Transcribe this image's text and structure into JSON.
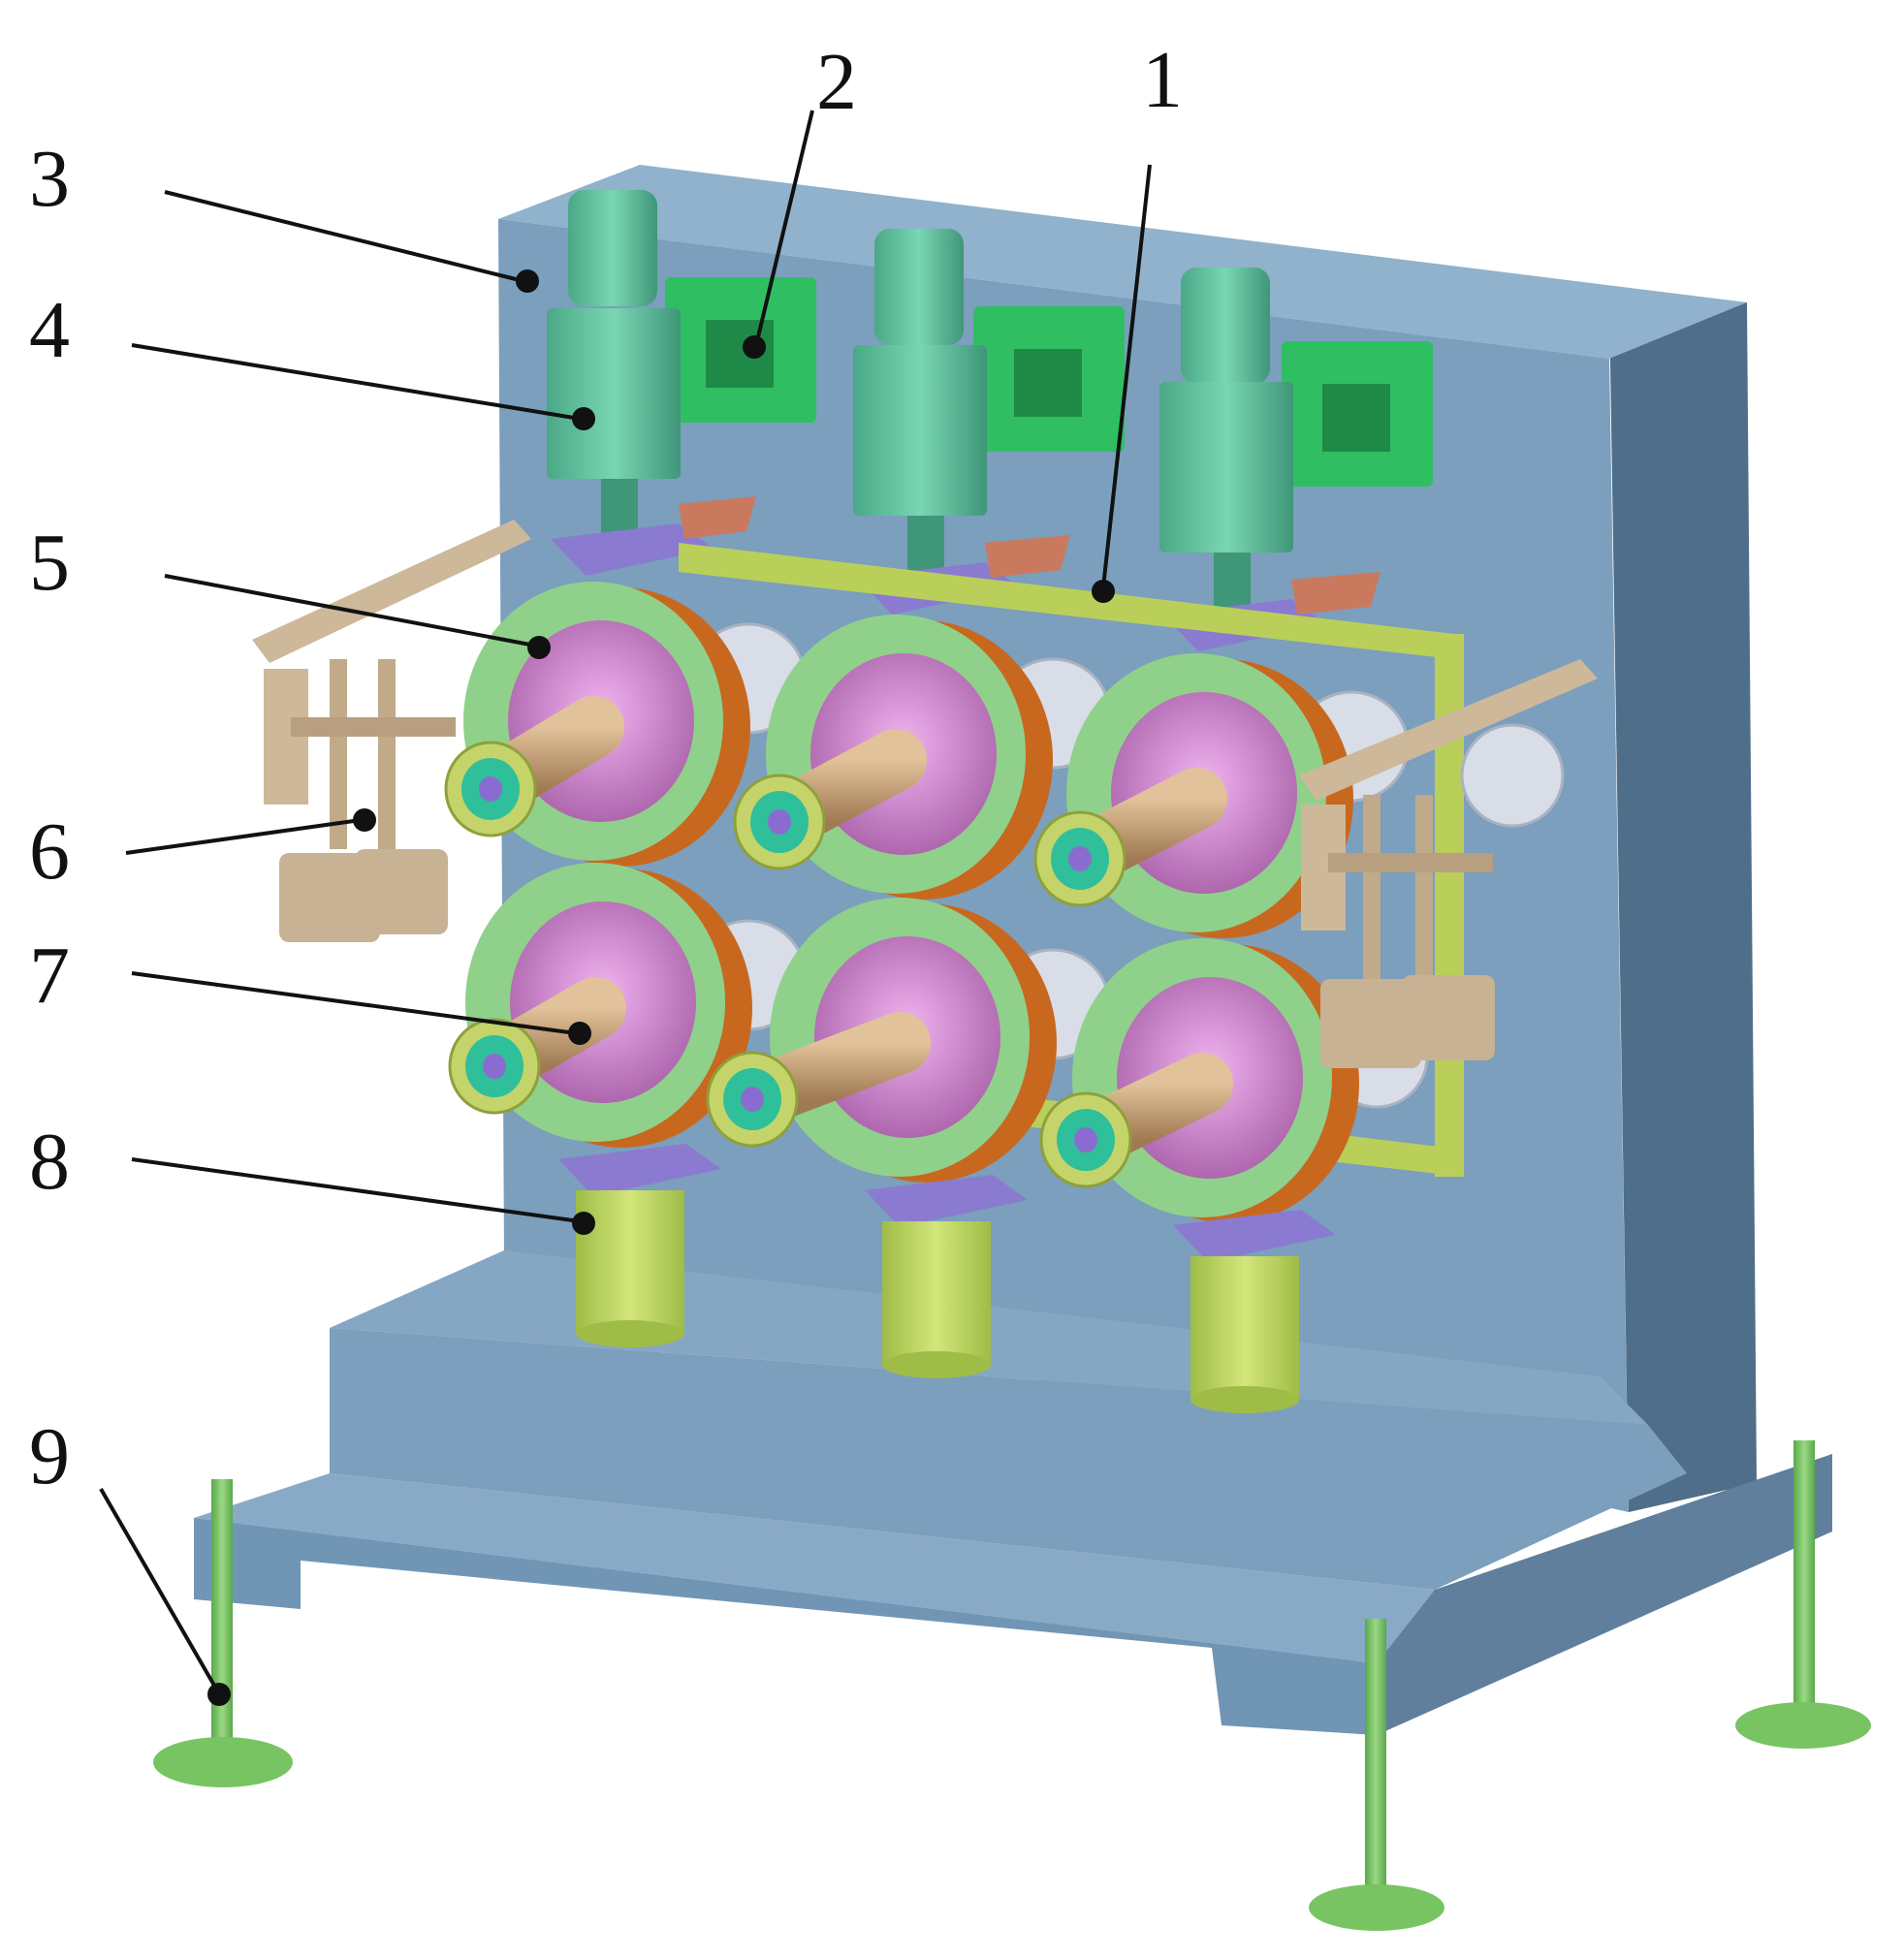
{
  "figure": {
    "callouts": [
      {
        "id": "1",
        "label": "1"
      },
      {
        "id": "2",
        "label": "2"
      },
      {
        "id": "3",
        "label": "3"
      },
      {
        "id": "4",
        "label": "4"
      },
      {
        "id": "5",
        "label": "5"
      },
      {
        "id": "6",
        "label": "6"
      },
      {
        "id": "7",
        "label": "7"
      },
      {
        "id": "8",
        "label": "8"
      },
      {
        "id": "9",
        "label": "9"
      }
    ]
  },
  "colors": {
    "frame_front": "#7b9fbd",
    "frame_side": "#4f6e8a",
    "frame_top": "#90b2cc",
    "motor_green": "#5dbf9a",
    "bracket_green": "#2fbf62",
    "arm_yellow_green": "#b9cf5a",
    "clamp_purple": "#8a7bd0",
    "plate_brown": "#c97a5e",
    "disc_ring_green": "#8fd18a",
    "disc_rim_orange": "#c8681f",
    "disc_hub_pink": "#d07fd6",
    "shaft_tan": "#c6a27a",
    "guide_beige": "#cdb89a",
    "support_cylinder": "#b7d35a",
    "foot_green": "#78c462"
  }
}
